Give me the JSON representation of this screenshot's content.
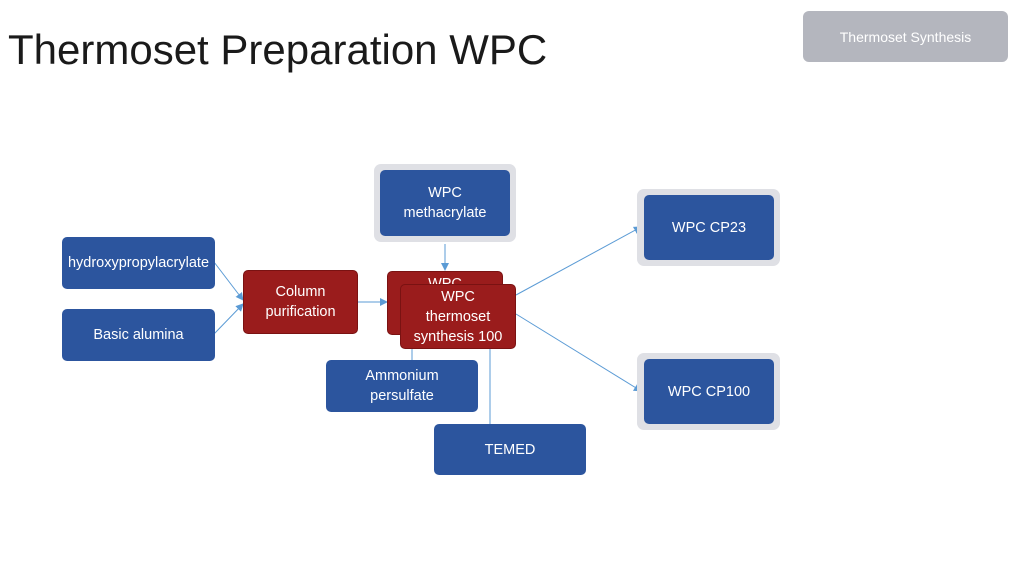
{
  "header": {
    "title": "Thermoset Preparation WPC",
    "section_tag": "Thermoset Synthesis"
  },
  "diagram": {
    "nodes": {
      "hydroxypropylacrylate": "hydroxypropylacrylate",
      "basic_alumina": "Basic alumina",
      "column_purification": "Column purification",
      "wpc_methacrylate": "WPC methacrylate",
      "wpc_back": "WPC",
      "wpc_thermoset": "WPC thermoset synthesis 100",
      "ammonium_persulfate": "Ammonium persulfate",
      "temed": "TEMED",
      "wpc_cp23": "WPC CP23",
      "wpc_cp100": "WPC CP100"
    },
    "colors": {
      "input_node": "#2c559e",
      "process_node": "#9a1c1c",
      "connector": "#5b9bd5",
      "tag": "#b4b6be"
    }
  }
}
